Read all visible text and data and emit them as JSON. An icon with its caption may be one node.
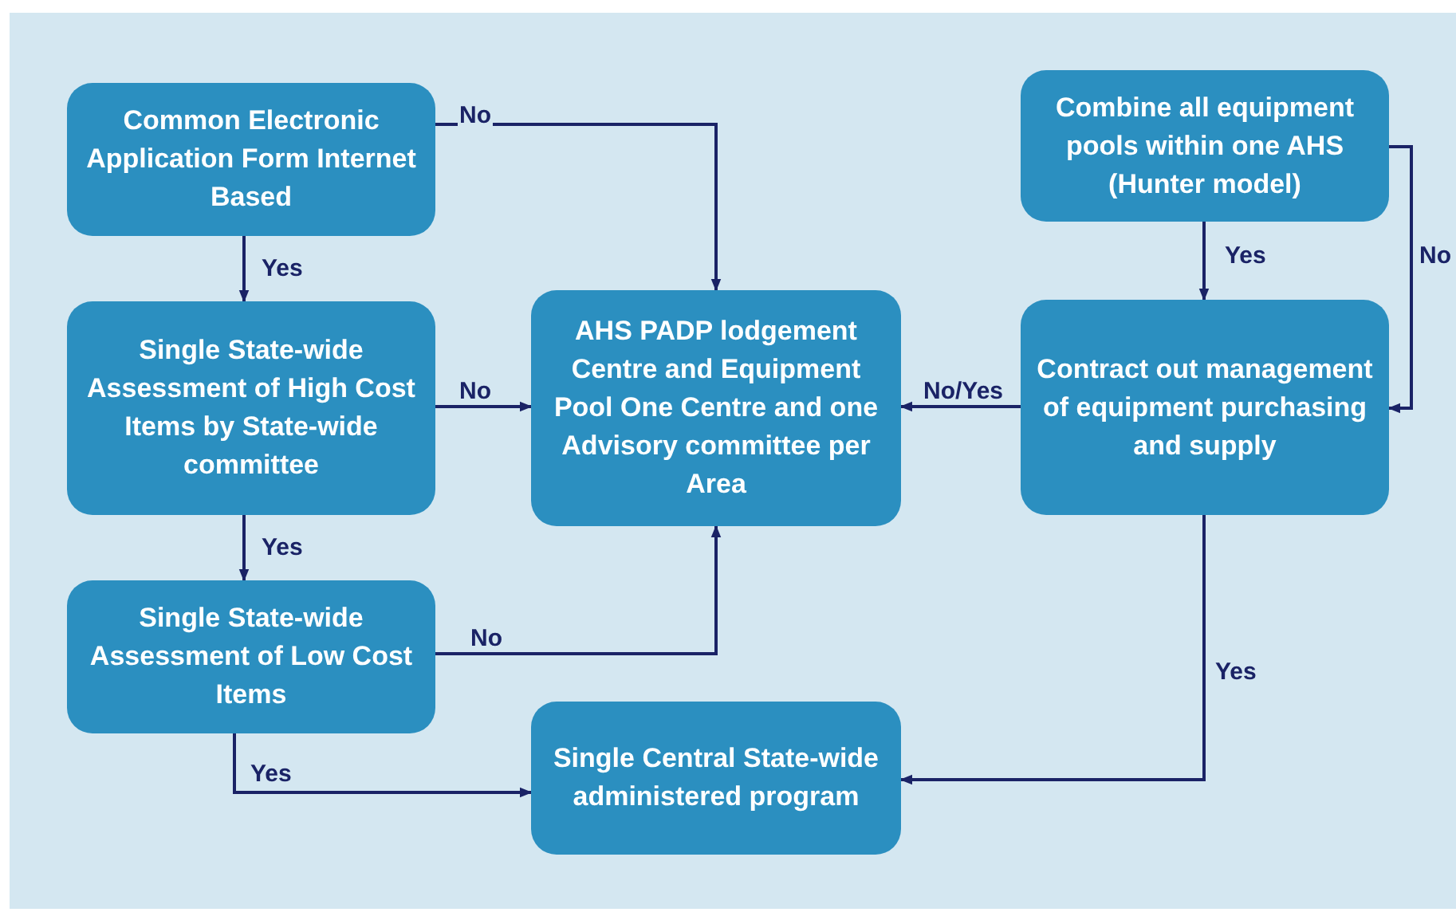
{
  "diagram": {
    "nodes": [
      {
        "text": [
          "Common Electronic Application Form Internet Based"
        ]
      },
      {
        "text": [
          "Single State-wide Assessment of High Cost Items by State-wide committee"
        ]
      },
      {
        "text": [
          "Single State-wide Assessment of Low Cost Items"
        ]
      },
      {
        "text": [
          "AHS PADP lodgement Centre and Equipment Pool One Centre and one Advisory committee per Area"
        ]
      },
      {
        "text": [
          "Single Central State-wide administered program"
        ]
      },
      {
        "text": [
          "Combine all equipment pools within one AHS (Hunter model)"
        ]
      },
      {
        "text": [
          "Contract out management of equipment purchasing and supply"
        ]
      }
    ],
    "edges": [
      {
        "from": 0,
        "to": 1,
        "arrow": "to",
        "label": "Yes"
      },
      {
        "from": 0,
        "to": 3,
        "arrow": "to",
        "label": "No"
      },
      {
        "from": 1,
        "to": 3,
        "arrow": "to",
        "label": "No"
      },
      {
        "from": 1,
        "to": 2,
        "arrow": "to",
        "label": "Yes"
      },
      {
        "from": 2,
        "to": 3,
        "arrow": "to",
        "label": "No"
      },
      {
        "from": 2,
        "to": 4,
        "arrow": "to",
        "label": "Yes"
      },
      {
        "from": 5,
        "to": 6,
        "arrow": "to",
        "label": "Yes"
      },
      {
        "from": 5,
        "to": 6,
        "arrow": "to",
        "label": "No"
      },
      {
        "from": 6,
        "to": 3,
        "arrow": "to",
        "label": "No/Yes"
      },
      {
        "from": 6,
        "to": 4,
        "arrow": "to",
        "label": "Yes"
      }
    ]
  }
}
